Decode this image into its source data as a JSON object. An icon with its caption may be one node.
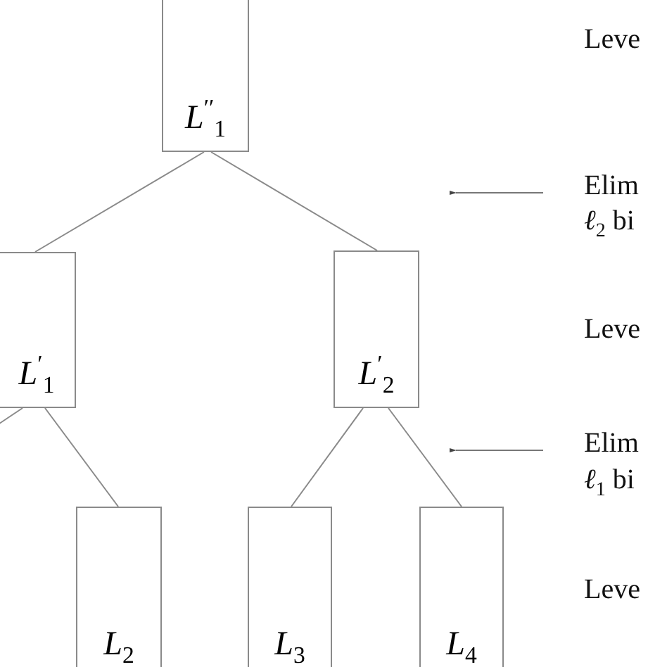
{
  "diagram": {
    "nodes": [
      {
        "text": [
          "*L*$^{′′}$$_{1}$"
        ]
      },
      {
        "text": [
          "*L*$^{′}$$_{1}$"
        ]
      },
      {
        "text": [
          "*L*$^{′}$$_{2}$"
        ]
      },
      {
        "text": [
          "*L*$_{2}$"
        ]
      },
      {
        "text": [
          "*L*$_{3}$"
        ]
      },
      {
        "text": [
          "*L*$_{4}$"
        ]
      }
    ],
    "edges": [
      {
        "from": 0,
        "to": 1,
        "arrow": "none"
      },
      {
        "from": 0,
        "to": 2,
        "arrow": "none"
      },
      {
        "from": 1,
        "to": null,
        "arrow": "none"
      },
      {
        "from": 1,
        "to": 3,
        "arrow": "none"
      },
      {
        "from": 2,
        "to": 4,
        "arrow": "none"
      },
      {
        "from": 2,
        "to": 5,
        "arrow": "none"
      }
    ],
    "labels": [
      "Leve",
      "Elim",
      "*ℓ*$_{2}$ bi",
      "Leve",
      "Elim",
      "*ℓ*$_{1}$ bi",
      "Leve"
    ]
  }
}
